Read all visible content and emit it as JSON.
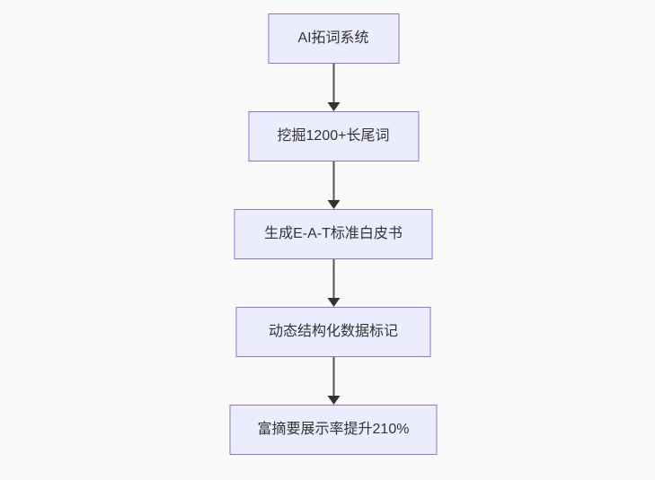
{
  "diagram": {
    "type": "flowchart-top-down",
    "nodes": [
      {
        "id": "A",
        "label": "AI拓词系统"
      },
      {
        "id": "B",
        "label": "挖掘1200+长尾词"
      },
      {
        "id": "C",
        "label": "生成E-A-T标准白皮书"
      },
      {
        "id": "D",
        "label": "动态结构化数据标记"
      },
      {
        "id": "E",
        "label": "富摘要展示率提升210%"
      }
    ],
    "edges": [
      {
        "from": "A",
        "to": "B"
      },
      {
        "from": "B",
        "to": "C"
      },
      {
        "from": "C",
        "to": "D"
      },
      {
        "from": "D",
        "to": "E"
      }
    ],
    "colors": {
      "node_fill": "#ECECFF",
      "node_border": "#9370DB",
      "edge": "#333333",
      "edge_line": "#555555",
      "text": "#333333",
      "background": "#fafafa"
    }
  }
}
